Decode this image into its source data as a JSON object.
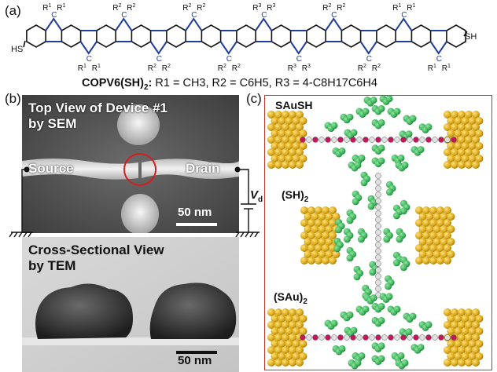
{
  "panels": {
    "a": "(a)",
    "b": "(b)",
    "c": "(c)"
  },
  "structure": {
    "left_end_group": "HS",
    "right_end_group": "SH",
    "bridge_top": [
      "R1",
      "R1",
      "R2",
      "R2",
      "R2",
      "R2",
      "R3",
      "R3",
      "R2",
      "R2",
      "R1",
      "R1"
    ],
    "bridge_bottom": [
      "R1",
      "R1",
      "R2",
      "R2",
      "R2",
      "R2",
      "R3",
      "R3",
      "R2",
      "R2",
      "R1",
      "R1"
    ]
  },
  "formula": {
    "name": "COPV6(SH)",
    "name_sub": "2",
    "r1": "R1 = CH3,",
    "r2": "R2 = C6H5,",
    "r3": "R3 = 4-C8H17C6H4"
  },
  "sem": {
    "title_line1": "Top View of Device #1",
    "title_line2": "by SEM",
    "source": "Source",
    "drain": "Drain",
    "scale": "50 nm",
    "voltage": "V",
    "voltage_sub": "d"
  },
  "tem": {
    "title_line1": "Cross-Sectional View",
    "title_line2": "by TEM",
    "scale": "50 nm"
  },
  "models": [
    {
      "label": "SAuSH",
      "sub": ""
    },
    {
      "label": "(SH)",
      "sub": "2"
    },
    {
      "label": "(SAu)",
      "sub": "2"
    }
  ],
  "colors": {
    "gold": "#d9a514",
    "molecule": "#3cb45a",
    "frame": "#c0392b",
    "bond_blue": "#1f3f99"
  }
}
